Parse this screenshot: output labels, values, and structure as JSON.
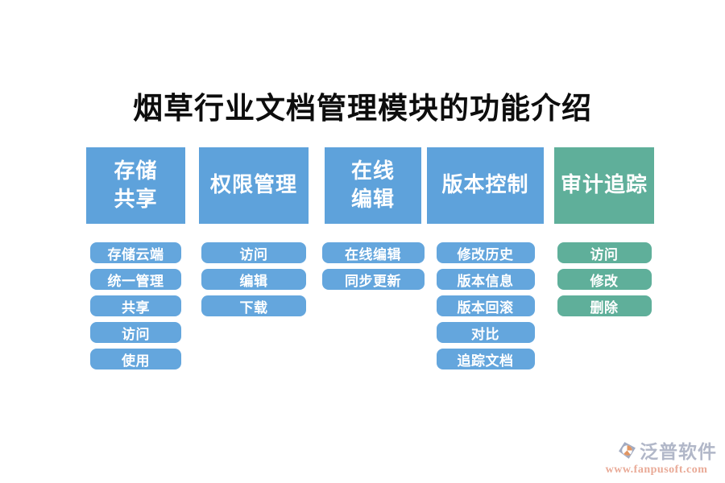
{
  "title": "烟草行业文档管理模块的功能介绍",
  "palette": {
    "module_blue": "#5EA2DB",
    "module_green": "#5FAF9A",
    "button_text": "#ffffff",
    "title_text": "#0d0d0d"
  },
  "modules": [
    {
      "title": "存储\n共享",
      "color": "blue",
      "items": [
        "存储云端",
        "统一管理",
        "共享",
        "访问",
        "使用"
      ]
    },
    {
      "title": "权限管理",
      "color": "blue",
      "items": [
        "访问",
        "编辑",
        "下载"
      ]
    },
    {
      "title": "在线\n编辑",
      "color": "blue",
      "items": [
        "在线编辑",
        "同步更新"
      ]
    },
    {
      "title": "版本控制",
      "color": "blue",
      "items": [
        "修改历史",
        "版本信息",
        "版本回滚",
        "对比",
        "追踪文档"
      ]
    },
    {
      "title": "审计追踪",
      "color": "green",
      "items": [
        "访问",
        "修改",
        "删除"
      ]
    }
  ],
  "watermark": {
    "brand": "泛普软件",
    "url": "www.fanpusoft.com",
    "brand_color": "#A9B0C3",
    "url_color": "#E7A18C"
  }
}
